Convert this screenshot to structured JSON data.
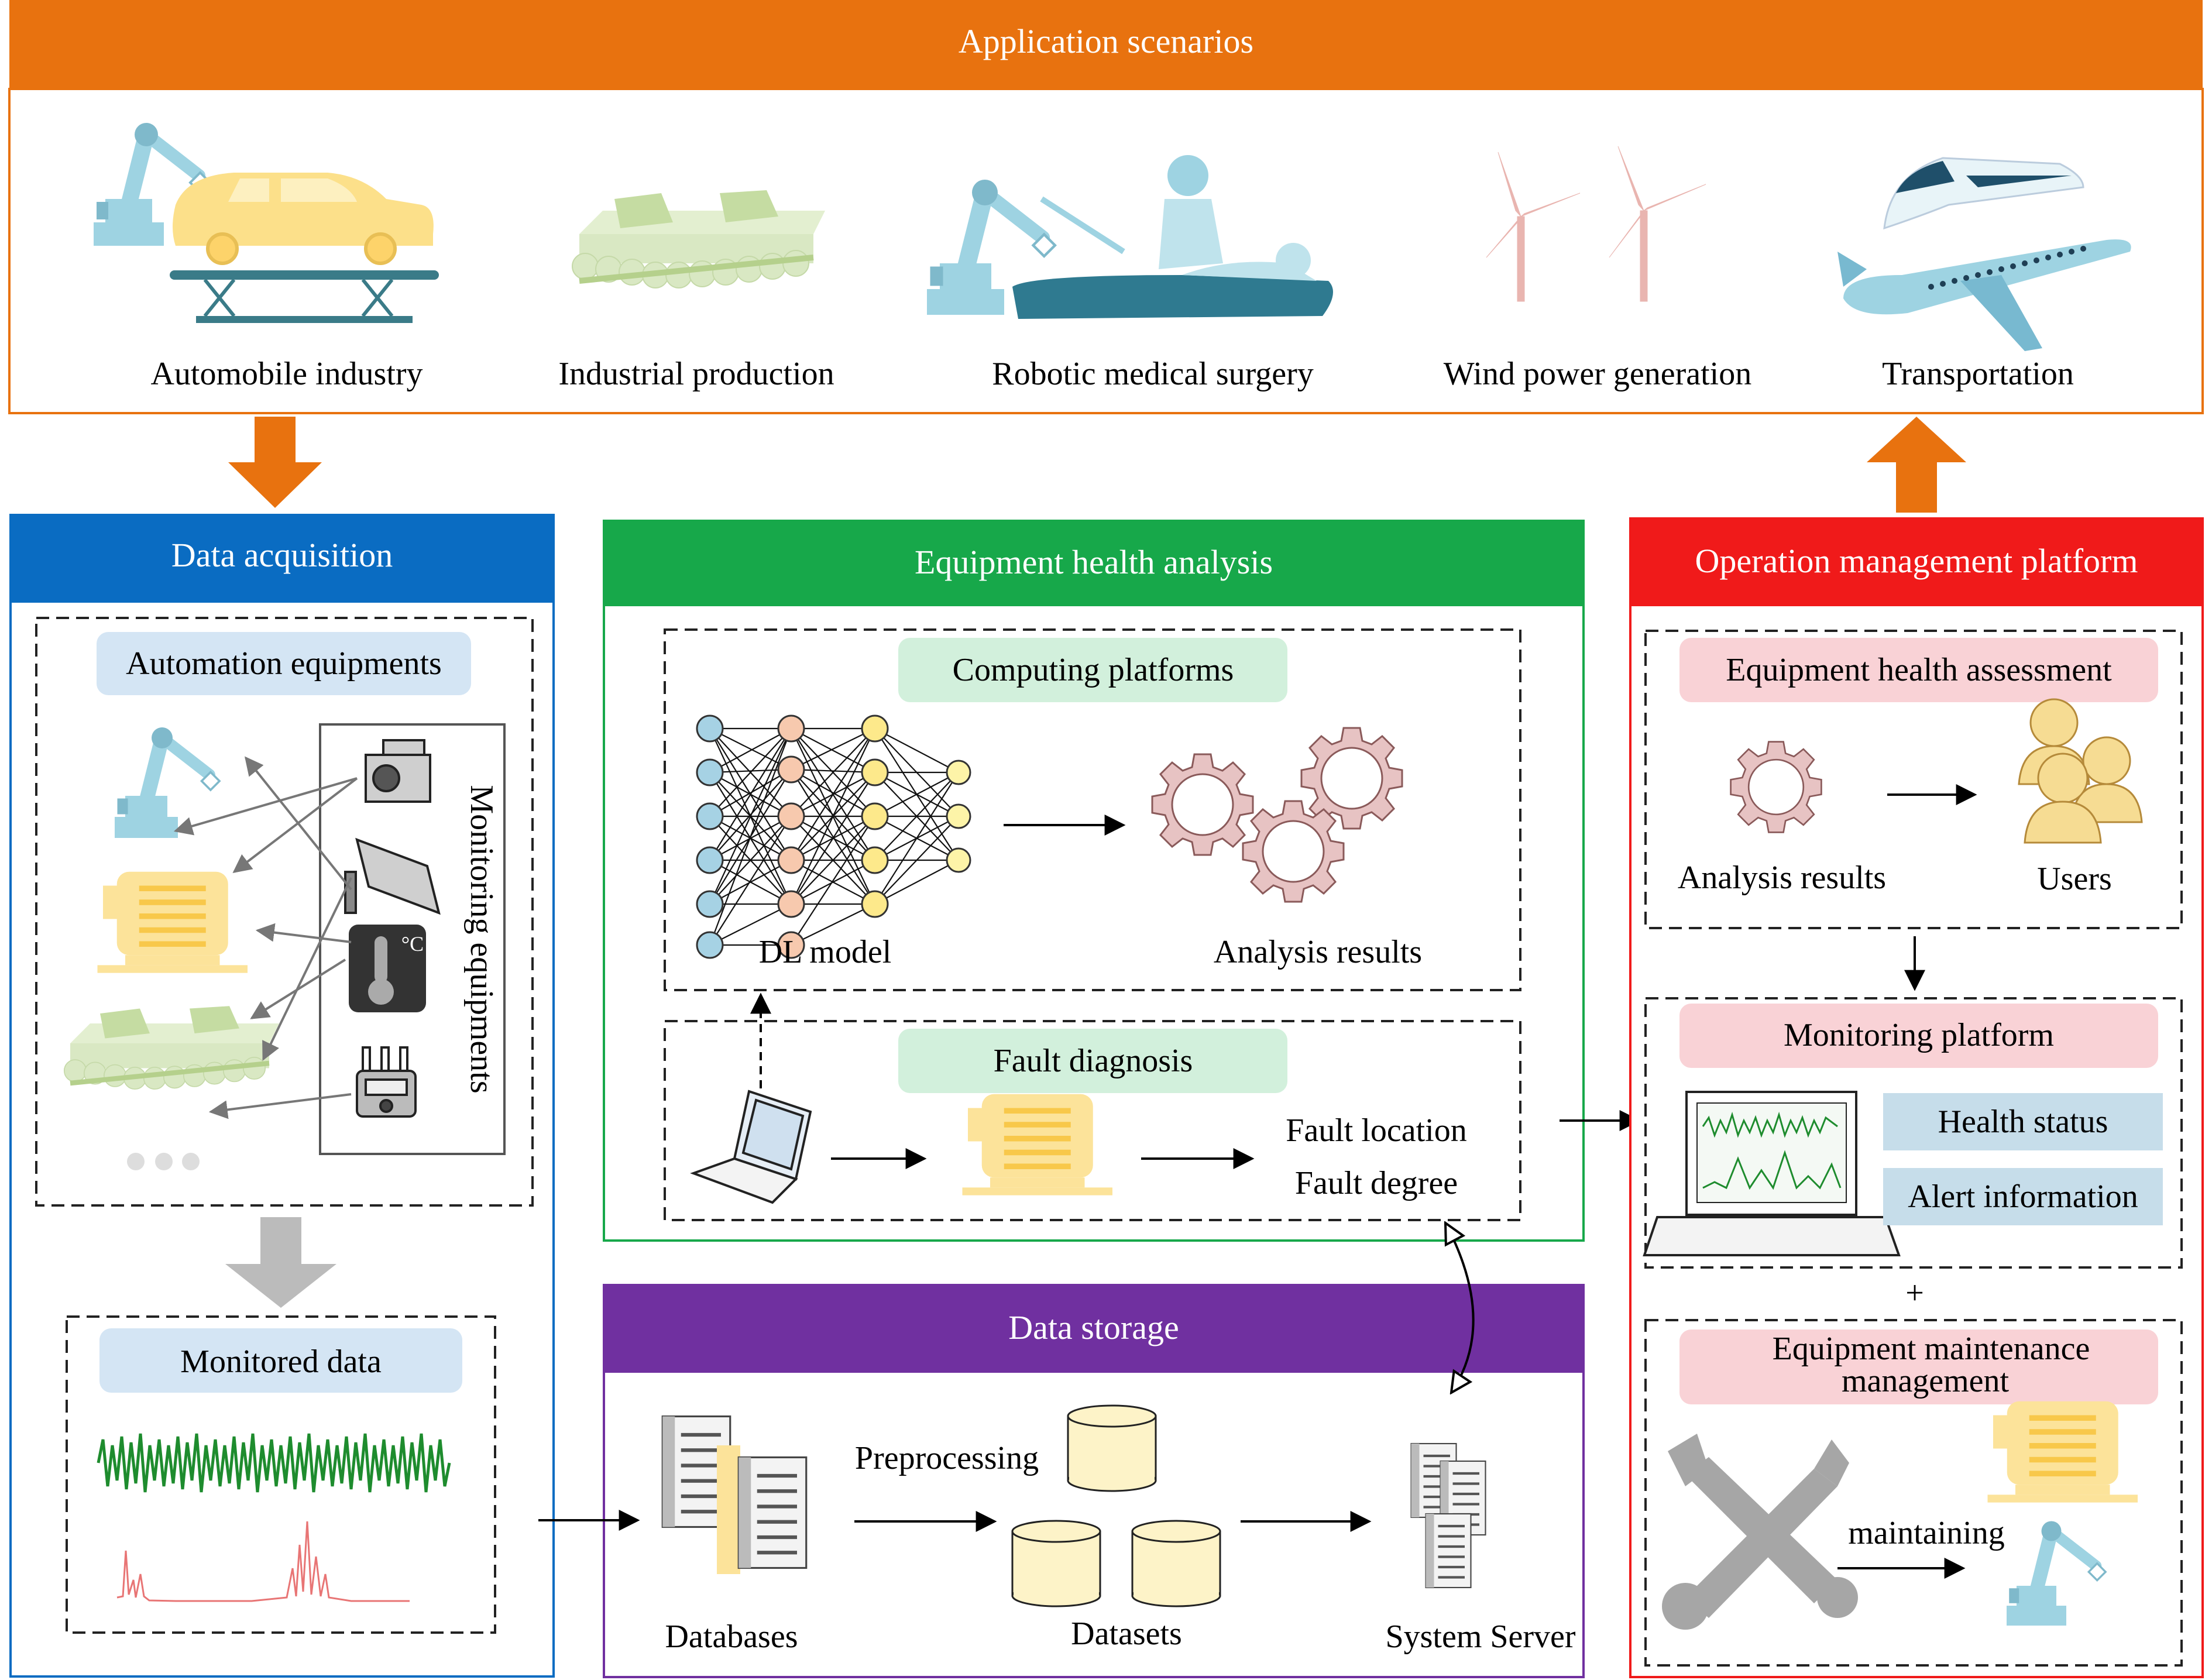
{
  "colors": {
    "orange": "#E8720F",
    "blue": "#0A6CC2",
    "green": "#17A84A",
    "purple": "#7030A0",
    "red": "#F01A1A",
    "lightblue_label": "#D4E5F4",
    "lightgreen_label": "#D2F0DC",
    "lightred_label": "#F9D2D6",
    "status_box": "#C6DDEA",
    "gear": "#E7C3C3",
    "motor": "#FCE39A",
    "robot": "#9ED3E2",
    "signal_green": "#1E8C2E",
    "signal_red": "#E87575"
  },
  "application": {
    "title": "Application scenarios",
    "items": [
      {
        "label": "Automobile industry",
        "icon": "robot-car-assembly-icon"
      },
      {
        "label": "Industrial production",
        "icon": "conveyor-production-icon"
      },
      {
        "label": "Robotic medical surgery",
        "icon": "surgical-robot-icon"
      },
      {
        "label": "Wind power generation",
        "icon": "wind-turbine-icon"
      },
      {
        "label": "Transportation",
        "icon": "train-plane-icon"
      }
    ]
  },
  "acquisition": {
    "title": "Data acquisition",
    "automation_label": "Automation equipments",
    "monitoring_label": "Monitoring equipments",
    "monitored_label": "Monitored data"
  },
  "health": {
    "title": "Equipment health analysis",
    "computing_label": "Computing platforms",
    "dl_model": "DL model",
    "analysis_results": "Analysis results",
    "fault_label": "Fault diagnosis",
    "fault_location": "Fault location",
    "fault_degree": "Fault degree"
  },
  "storage": {
    "title": "Data storage",
    "preprocessing": "Preprocessing",
    "databases": "Databases",
    "datasets": "Datasets",
    "server": "System Server"
  },
  "operation": {
    "title": "Operation management platform",
    "assessment_label": "Equipment health assessment",
    "analysis_results": "Analysis results",
    "users": "Users",
    "monitoring_label": "Monitoring platform",
    "health_status": "Health status",
    "alert_info": "Alert information",
    "plus": "+",
    "maintenance_line1": "Equipment maintenance",
    "maintenance_line2": "management",
    "maintaining": "maintaining"
  }
}
